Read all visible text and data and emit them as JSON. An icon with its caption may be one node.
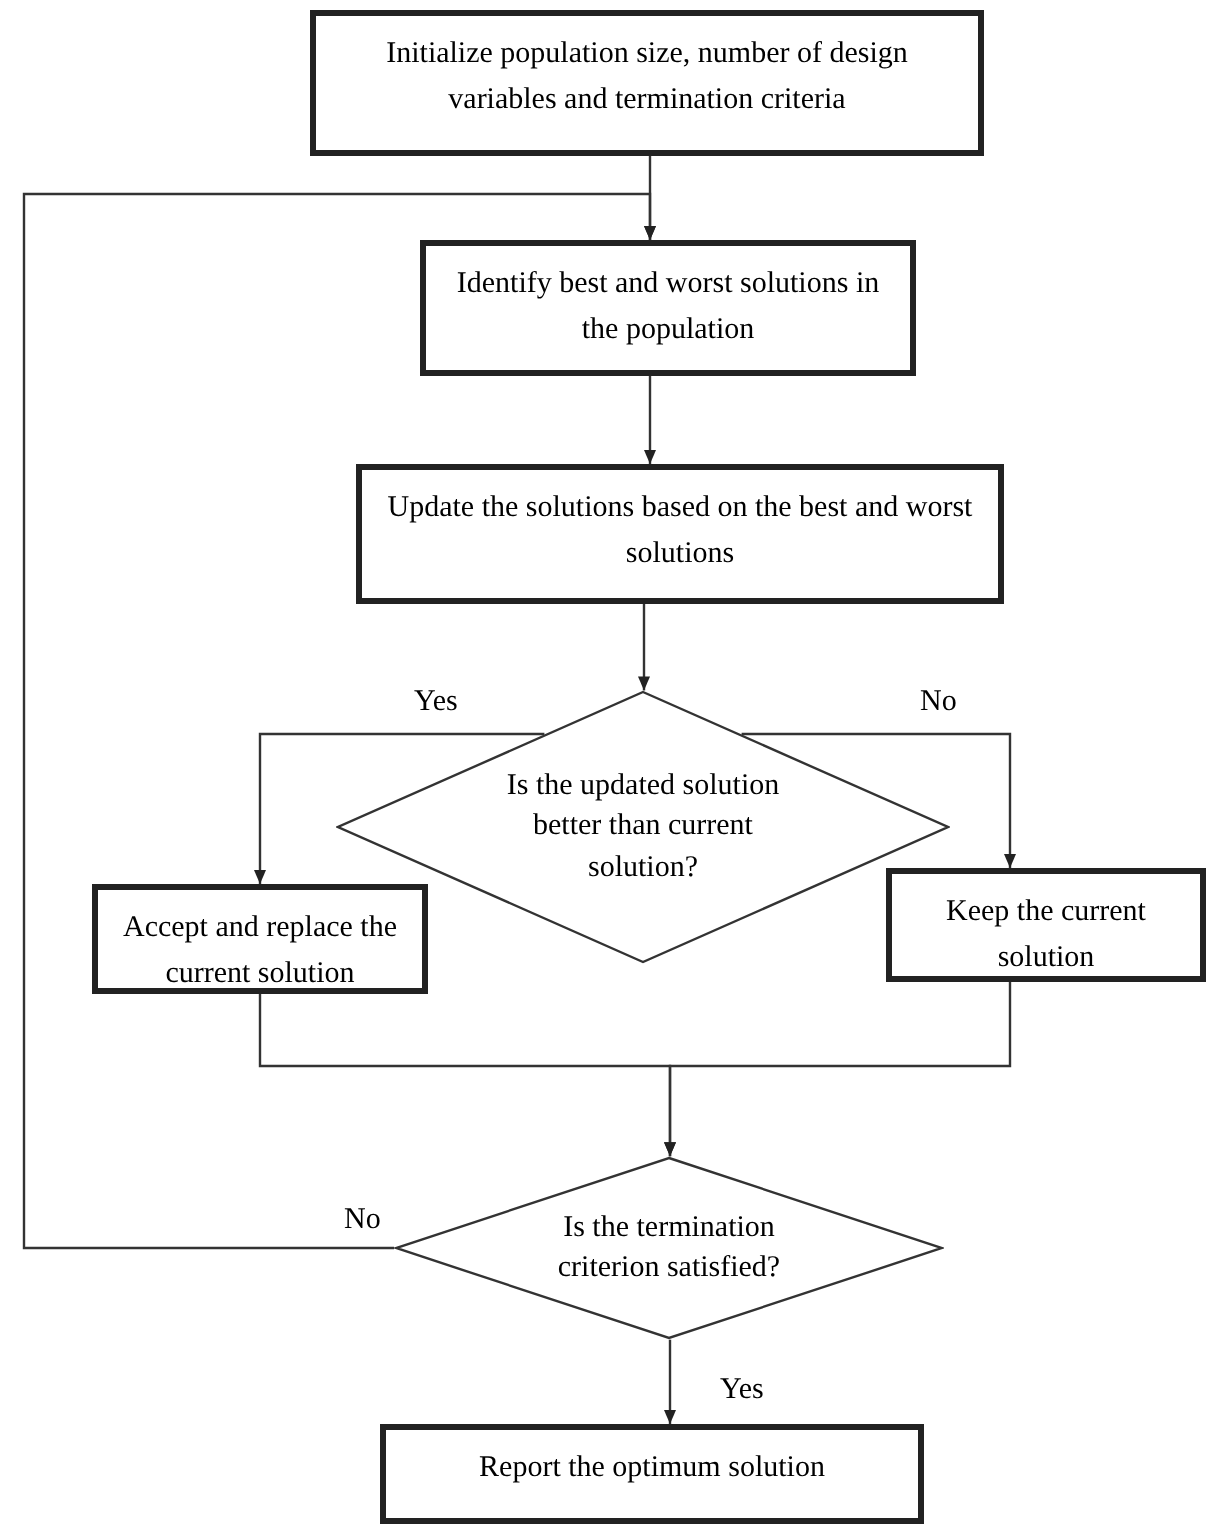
{
  "diagram": {
    "nodes": [
      {
        "text": [
          "Initialize population size, number of design variables and termination criteria"
        ]
      },
      {
        "text": [
          "Identify best and worst solutions in the population"
        ]
      },
      {
        "text": [
          "Update the solutions based on the best and worst solutions"
        ]
      },
      {
        "text": [
          "Is the updated solution better than current solution?"
        ]
      },
      {
        "text": [
          "Accept and replace the current solution"
        ]
      },
      {
        "text": [
          "Keep the current solution"
        ]
      },
      {
        "text": [
          "Is the termination criterion satisfied?"
        ]
      },
      {
        "text": [
          "Report the optimum solution"
        ]
      }
    ],
    "edges": [
      {
        "from": 0,
        "to": 1,
        "arrow": "to"
      },
      {
        "from": 1,
        "to": 2,
        "arrow": "to"
      },
      {
        "from": 2,
        "to": 3,
        "arrow": "to"
      },
      {
        "from": 3,
        "to": 4,
        "arrow": "to",
        "label": "Yes"
      },
      {
        "from": 3,
        "to": 5,
        "arrow": "to",
        "label": "No"
      },
      {
        "from": 4,
        "to": 6,
        "arrow": "to"
      },
      {
        "from": 5,
        "to": 6,
        "arrow": "to"
      },
      {
        "from": 6,
        "to": 1,
        "arrow": "to",
        "label": "No"
      },
      {
        "from": 6,
        "to": 7,
        "arrow": "to",
        "label": "Yes"
      }
    ]
  }
}
